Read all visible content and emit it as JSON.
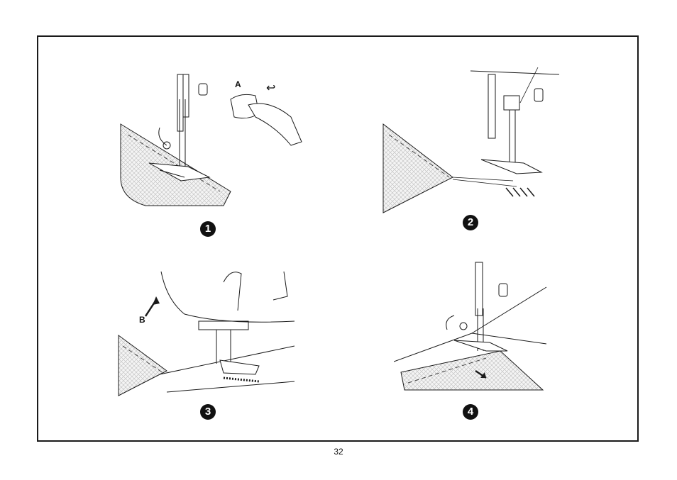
{
  "steps": [
    {
      "number": "1",
      "callout": "A",
      "reverse_symbol": "reverse-arrow-icon"
    },
    {
      "number": "2"
    },
    {
      "number": "3",
      "callout": "B"
    },
    {
      "number": "4"
    }
  ],
  "page_number": "32",
  "colors": {
    "line": "#1a1a1a",
    "fabric": "#bdbdbd"
  }
}
